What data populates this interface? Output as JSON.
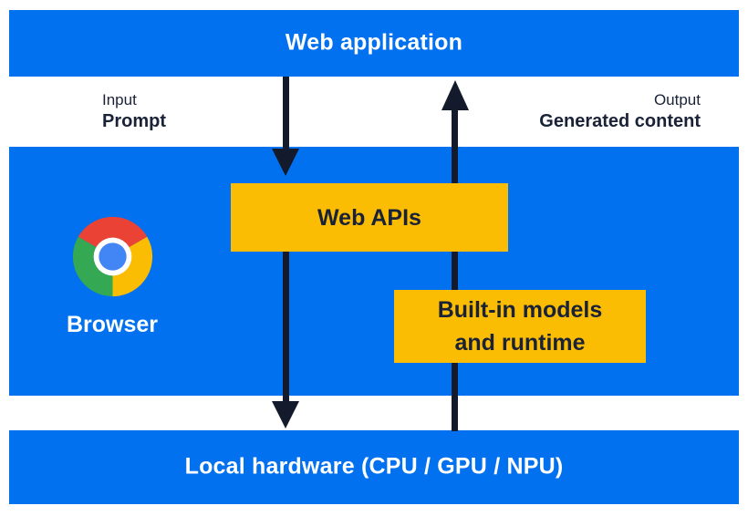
{
  "diagram": {
    "top_bar": {
      "label": "Web application"
    },
    "flow_labels": {
      "input": {
        "caption": "Input",
        "value": "Prompt"
      },
      "output": {
        "caption": "Output",
        "value": "Generated content"
      }
    },
    "browser_section": {
      "label": "Browser",
      "logo": "chrome-logo"
    },
    "boxes": {
      "web_apis": {
        "label": "Web APIs"
      },
      "builtin": {
        "line1": "Built-in models",
        "line2": "and runtime"
      }
    },
    "bottom_bar": {
      "label": "Local hardware (CPU / GPU / NPU)"
    }
  },
  "colors": {
    "panel_blue": "#0271f0",
    "box_yellow": "#fbbc04",
    "text_navy": "#1a2238",
    "arrow_navy": "#121a2b",
    "text_white": "#ffffff",
    "chrome_red": "#ea4335",
    "chrome_yellow": "#fbbc04",
    "chrome_green": "#34a853",
    "chrome_blue": "#4285f4",
    "chrome_ring": "#ffffff"
  }
}
